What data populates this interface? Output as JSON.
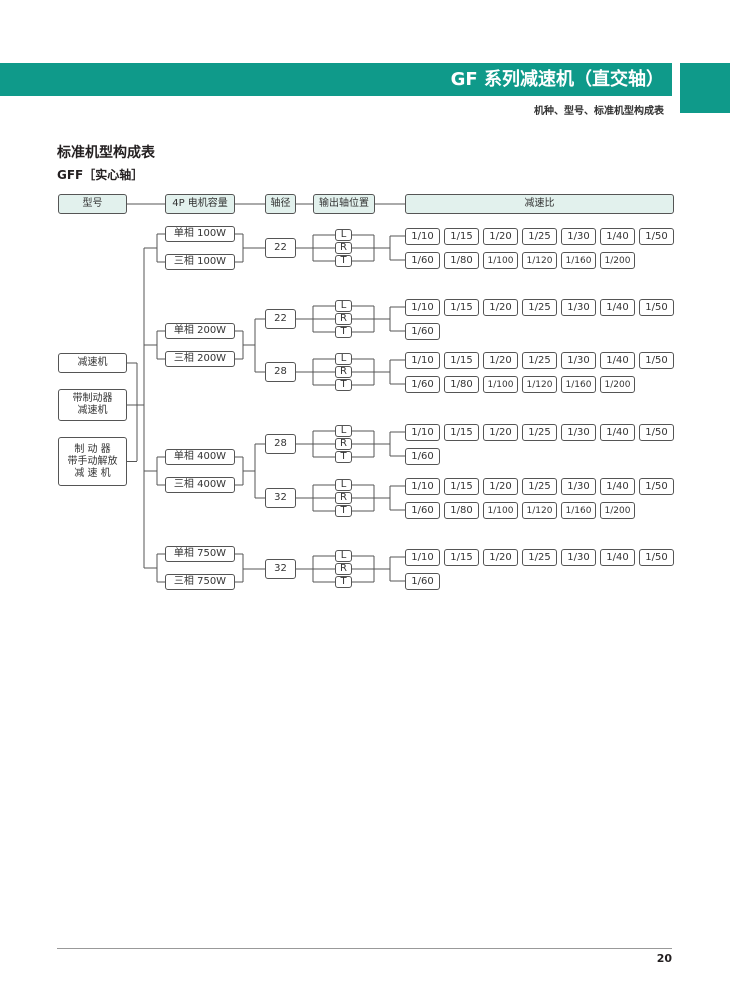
{
  "header": {
    "title": "GF 系列减速机（直交轴）",
    "subtitle": "机种、型号、标准机型构成表"
  },
  "section_title": "标准机型构成表",
  "subsection_title": "GFF［实心轴］",
  "columns": [
    "型号",
    "4P 电机容量",
    "轴径",
    "输出轴位置",
    "减速比"
  ],
  "types": [
    "减速机",
    "带制动器\n减速机",
    "制 动 器\n带手动解放\n减 速 机"
  ],
  "positions": [
    "L",
    "R",
    "T"
  ],
  "groups": [
    {
      "motors": [
        "单相 100W",
        "三相 100W"
      ],
      "shafts": [
        {
          "size": "22",
          "ratios": [
            [
              "1/10",
              "1/15",
              "1/20",
              "1/25",
              "1/30",
              "1/40",
              "1/50"
            ],
            [
              "1/60",
              "1/80",
              "1/100",
              "1/120",
              "1/160",
              "1/200"
            ]
          ]
        }
      ]
    },
    {
      "motors": [
        "单相 200W",
        "三相 200W"
      ],
      "shafts": [
        {
          "size": "22",
          "ratios": [
            [
              "1/10",
              "1/15",
              "1/20",
              "1/25",
              "1/30",
              "1/40",
              "1/50"
            ],
            [
              "1/60"
            ]
          ]
        },
        {
          "size": "28",
          "ratios": [
            [
              "1/10",
              "1/15",
              "1/20",
              "1/25",
              "1/30",
              "1/40",
              "1/50"
            ],
            [
              "1/60",
              "1/80",
              "1/100",
              "1/120",
              "1/160",
              "1/200"
            ]
          ]
        }
      ]
    },
    {
      "motors": [
        "单相 400W",
        "三相 400W"
      ],
      "shafts": [
        {
          "size": "28",
          "ratios": [
            [
              "1/10",
              "1/15",
              "1/20",
              "1/25",
              "1/30",
              "1/40",
              "1/50"
            ],
            [
              "1/60"
            ]
          ]
        },
        {
          "size": "32",
          "ratios": [
            [
              "1/10",
              "1/15",
              "1/20",
              "1/25",
              "1/30",
              "1/40",
              "1/50"
            ],
            [
              "1/60",
              "1/80",
              "1/100",
              "1/120",
              "1/160",
              "1/200"
            ]
          ]
        }
      ]
    },
    {
      "motors": [
        "单相 750W",
        "三相 750W"
      ],
      "shafts": [
        {
          "size": "32",
          "ratios": [
            [
              "1/10",
              "1/15",
              "1/20",
              "1/25",
              "1/30",
              "1/40",
              "1/50"
            ],
            [
              "1/60"
            ]
          ]
        }
      ]
    }
  ],
  "page_number": "20",
  "colors": {
    "accent": "#0f9a8a",
    "header_fill": "#e2f1ed"
  }
}
